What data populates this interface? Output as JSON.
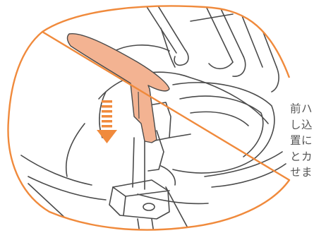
{
  "caption": {
    "lines": [
      "前ハ",
      "し込",
      "置に",
      "とカ",
      "せま"
    ]
  },
  "colors": {
    "accent": "#f08a3c",
    "handle": "#f3b392",
    "line": "#4a4a4a",
    "text": "#555555"
  },
  "icons": {
    "arrow": "dashed-down-arrow-icon"
  }
}
